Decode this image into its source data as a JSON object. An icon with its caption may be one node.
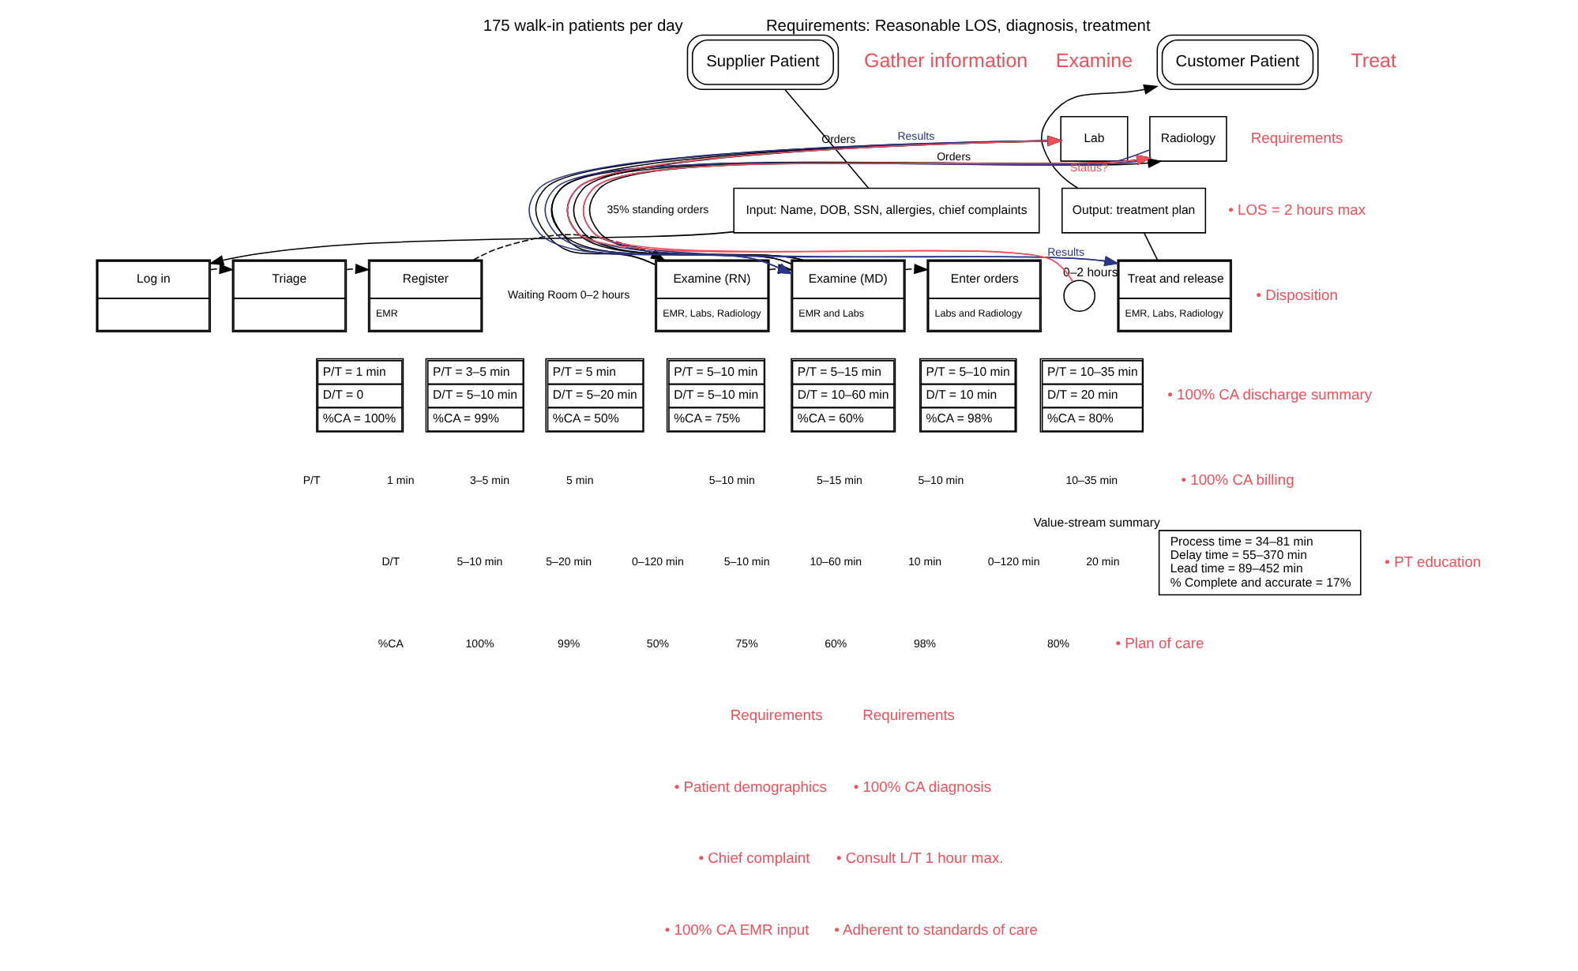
{
  "diagram": {
    "nodes": [
      {
        "text": [
          "Supplier Patient"
        ],
        "beside": [
          "175 walk-in patients per day"
        ]
      },
      {
        "text": [
          "Input: Name, DOB, SSN, allergies, chief complaints"
        ]
      },
      {
        "text": [
          "Log in"
        ]
      },
      {
        "text": [
          "Triage"
        ]
      },
      {
        "text": [
          "Register",
          "EMR"
        ]
      },
      {
        "text": [
          "Examine (RN)",
          "EMR, Labs, Radiology"
        ]
      },
      {
        "text": [
          "Examine (MD)",
          "EMR and Labs"
        ]
      },
      {
        "text": [
          "Enter orders",
          "Labs and Radiology"
        ]
      },
      {
        "text": [
          "Treat and release",
          "EMR, Labs, Radiology"
        ]
      },
      {
        "text": [
          "Output: treatment plan"
        ]
      },
      {
        "text": [
          "Customer Patient"
        ],
        "beside": [
          "Requirements: Reasonable LOS, diagnosis, treatment"
        ]
      },
      {
        "text": [
          "Lab"
        ]
      },
      {
        "text": [
          "Radiology"
        ]
      },
      {
        "text": [
          "P/T = 1 min",
          "D/T = 0",
          "%CA = 100%"
        ]
      },
      {
        "text": [
          "P/T = 3–5 min",
          "D/T = 5–10 min",
          "%CA = 99%"
        ]
      },
      {
        "text": [
          "P/T = 5 min",
          "D/T = 5–20 min",
          "%CA = 50%"
        ]
      },
      {
        "text": [
          "P/T = 5–10 min",
          "D/T = 5–10 min",
          "%CA = 75%"
        ]
      },
      {
        "text": [
          "P/T = 5–15 min",
          "D/T = 10–60 min",
          "%CA = 60%"
        ]
      },
      {
        "text": [
          "P/T = 5–10 min",
          "D/T = 10 min",
          "%CA = 98%"
        ]
      },
      {
        "text": [
          "P/T = 10–35 min",
          "D/T = 20 min",
          "%CA = 80%"
        ]
      },
      {
        "text": [],
        "shape": "circle",
        "beside": [
          "0–2 hours"
        ]
      },
      {
        "text": [
          "Process time = 34–81 min",
          "Delay time = 55–370 min",
          "Lead time = 89–452 min",
          "% Complete and accurate = 17%"
        ],
        "beside": [
          "Value-stream summary"
        ]
      }
    ],
    "edges": [
      {
        "from": 0,
        "to": 1,
        "arrow": "none"
      },
      {
        "from": 1,
        "to": 2,
        "arrow": "to"
      },
      {
        "from": 2,
        "to": 3,
        "arrow": "to",
        "style": "dashed"
      },
      {
        "from": 3,
        "to": 4,
        "arrow": "to",
        "style": "dashed"
      },
      {
        "from": 4,
        "to": 5,
        "arrow": "to",
        "style": "dashed"
      },
      {
        "from": 5,
        "to": 6,
        "arrow": "to",
        "style": "dashed"
      },
      {
        "from": 6,
        "to": 7,
        "arrow": "to",
        "style": "dashed"
      },
      {
        "from": 5,
        "to": 11,
        "arrow": "to",
        "label": "Orders"
      },
      {
        "from": 5,
        "to": 12,
        "arrow": "to"
      },
      {
        "from": 6,
        "to": 11,
        "arrow": "to"
      },
      {
        "from": 6,
        "to": 11,
        "arrow": "to"
      },
      {
        "from": 6,
        "to": 12,
        "arrow": "to",
        "label": "Orders"
      },
      {
        "from": 6,
        "to": 12,
        "arrow": "to"
      },
      {
        "from": 11,
        "to": 6,
        "arrow": "to",
        "label": "Results",
        "color": "#2b3585"
      },
      {
        "from": 12,
        "to": 6,
        "arrow": "to",
        "color": "#2b3585"
      },
      {
        "from": 11,
        "to": 8,
        "arrow": "to",
        "label": "Results",
        "color": "#2b3585"
      },
      {
        "from": 12,
        "to": 8,
        "arrow": "to",
        "color": "#2b3585"
      },
      {
        "from": 20,
        "to": 11,
        "arrow": "to",
        "color": "#f0505a"
      },
      {
        "from": 20,
        "to": 12,
        "arrow": "to",
        "label": "Status?",
        "color": "#f0505a"
      },
      {
        "from": 8,
        "to": 9,
        "arrow": "none"
      },
      {
        "from": 9,
        "to": 10,
        "arrow": "to"
      }
    ],
    "labels": [
      "Gather information",
      "Examine",
      "Treat",
      "35% standing orders",
      "Waiting Room 0–2 hours",
      "Requirements",
      "• LOS = 2 hours max",
      "• Disposition",
      "• 100% CA discharge summary",
      "• 100% CA billing",
      "• PT education",
      "• Plan of care",
      "P/T",
      "1 min",
      "3–5 min",
      "5 min",
      "5–10 min",
      "5–15 min",
      "5–10 min",
      "10–35 min",
      "D/T",
      "5–10 min",
      "5–20 min",
      "0–120 min",
      "5–10 min",
      "10–60 min",
      "10 min",
      "0–120 min",
      "20 min",
      "%CA",
      "100%",
      "99%",
      "50%",
      "75%",
      "60%",
      "98%",
      "80%",
      "Requirements",
      "• Patient demographics",
      "• Chief complaint",
      "• 100% CA EMR input",
      "Requirements",
      "• 100% CA diagnosis",
      "• Consult L/T 1 hour max.",
      "• Adherent to standards of care"
    ]
  }
}
